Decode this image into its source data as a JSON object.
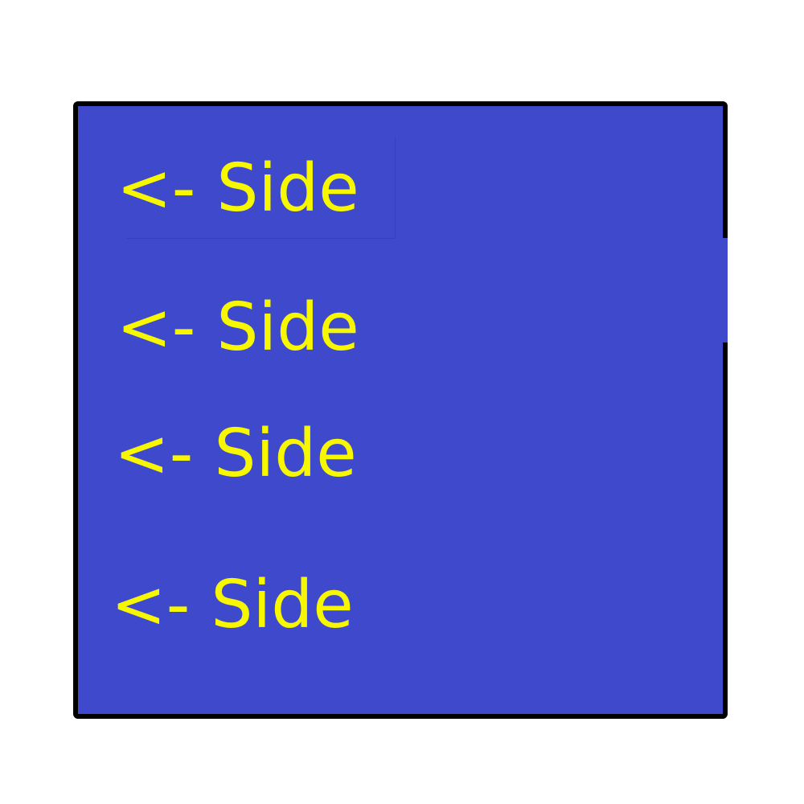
{
  "panel": {
    "background_color": "#3e4acb",
    "border_color": "#000000",
    "text_color": "#f7f700",
    "buttons": [
      {
        "label": "<- Side"
      },
      {
        "label": "<- Side"
      },
      {
        "label": "<- Side"
      },
      {
        "label": "<- Side"
      }
    ]
  }
}
